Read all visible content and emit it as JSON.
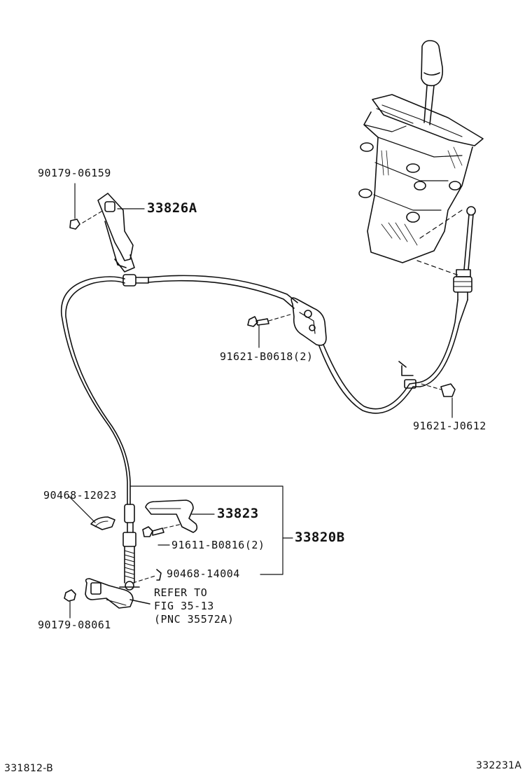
{
  "parts": {
    "p90179_06159": "90179-06159",
    "p33826A": "33826A",
    "p91621_B0618": "91621-B0618(2)",
    "p91621_J0612": "91621-J0612",
    "p90468_12023": "90468-12023",
    "p33823": "33823",
    "p91611_B0816": "91611-B0816(2)",
    "p33820B": "33820B",
    "p90468_14004": "90468-14004",
    "p90179_08061": "90179-08061"
  },
  "reference": {
    "line1": "REFER TO",
    "line2": "FIG 35-13",
    "line3": "(PNC 35572A)"
  },
  "footer": {
    "left_code": "331812-B",
    "right_code": "332231A"
  }
}
